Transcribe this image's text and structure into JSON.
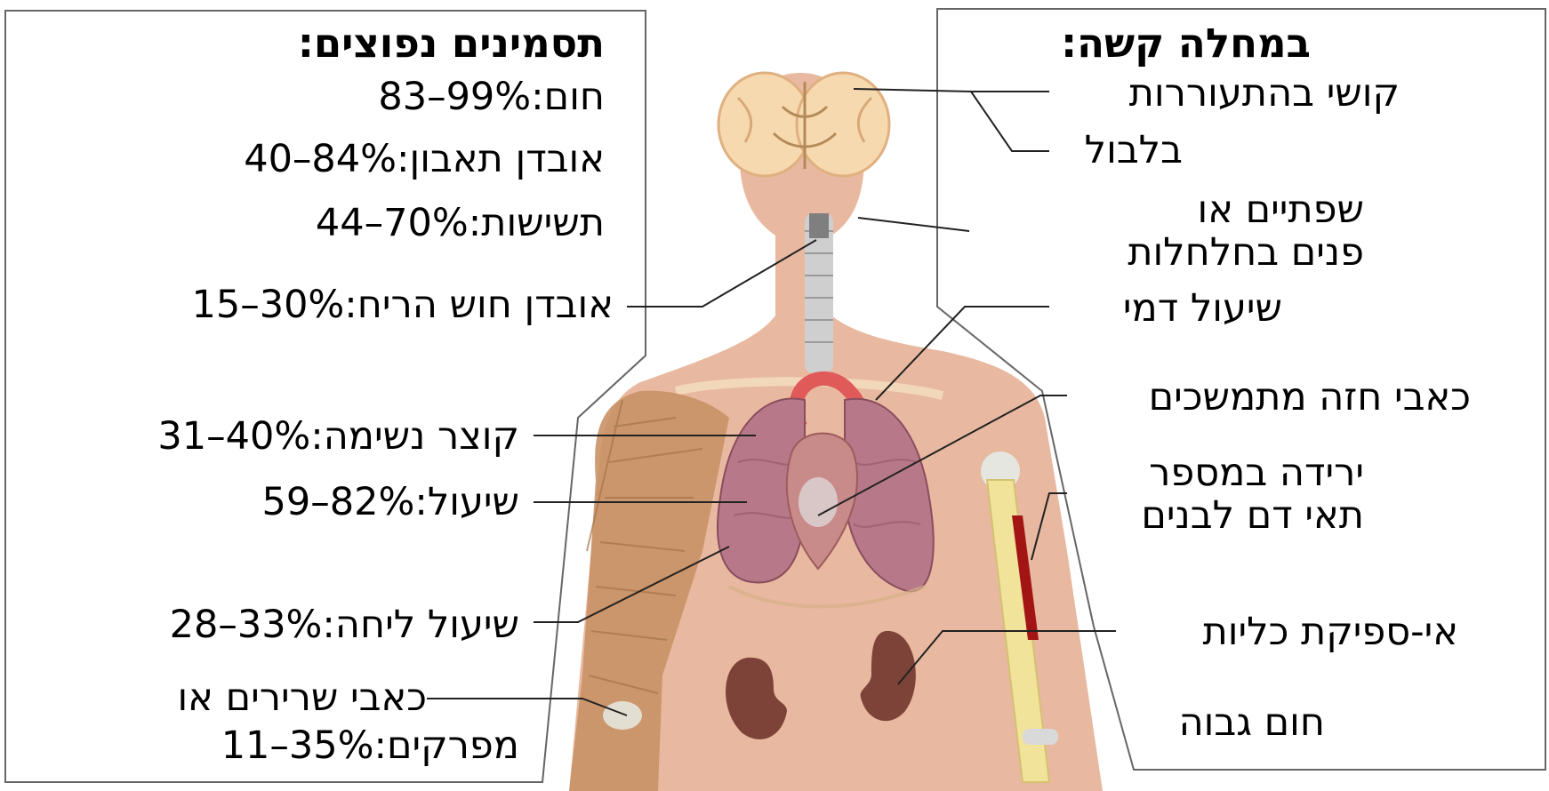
{
  "common_symptoms": {
    "heading": "תסמינים נפוצים:",
    "items": [
      {
        "label": "חום",
        "range": "83–99%"
      },
      {
        "label": "אובדן תאבון",
        "range": "40–84%"
      },
      {
        "label": "תשישות",
        "range": "44–70%"
      },
      {
        "label": "אובדן חוש הריח",
        "range": "15–30%"
      },
      {
        "label": "קוצר נשימה",
        "range": "31–40%"
      },
      {
        "label": "שיעול",
        "range": "59–82%"
      },
      {
        "label": "שיעול ליחה",
        "range": "28–33%"
      },
      {
        "label_line1": "כאבי שרירים או",
        "label_line2": "מפרקים",
        "range": "11–35%"
      }
    ]
  },
  "severe_disease": {
    "heading": "במחלה קשה:",
    "items": [
      {
        "label": "קושי בהתעוררות"
      },
      {
        "label": "בלבול"
      },
      {
        "label_line1": "שפתיים או",
        "label_line2": "פנים בחלחלות"
      },
      {
        "label": "שיעול דמי"
      },
      {
        "label": "כאבי חזה מתמשכים"
      },
      {
        "label_line1": "ירידה במספר",
        "label_line2": "תאי דם לבנים"
      },
      {
        "label": "אי-ספיקת כליות"
      },
      {
        "label": "חום גבוה"
      }
    ]
  },
  "colors": {
    "skin": "#e8b9a0",
    "muscle": "#c99266",
    "lung": "#b7798a",
    "kidney": "#7d4338",
    "bone": "#f2e39a",
    "marrow": "#a31515",
    "brain": "#f7d9b0",
    "frame": "#555555"
  }
}
